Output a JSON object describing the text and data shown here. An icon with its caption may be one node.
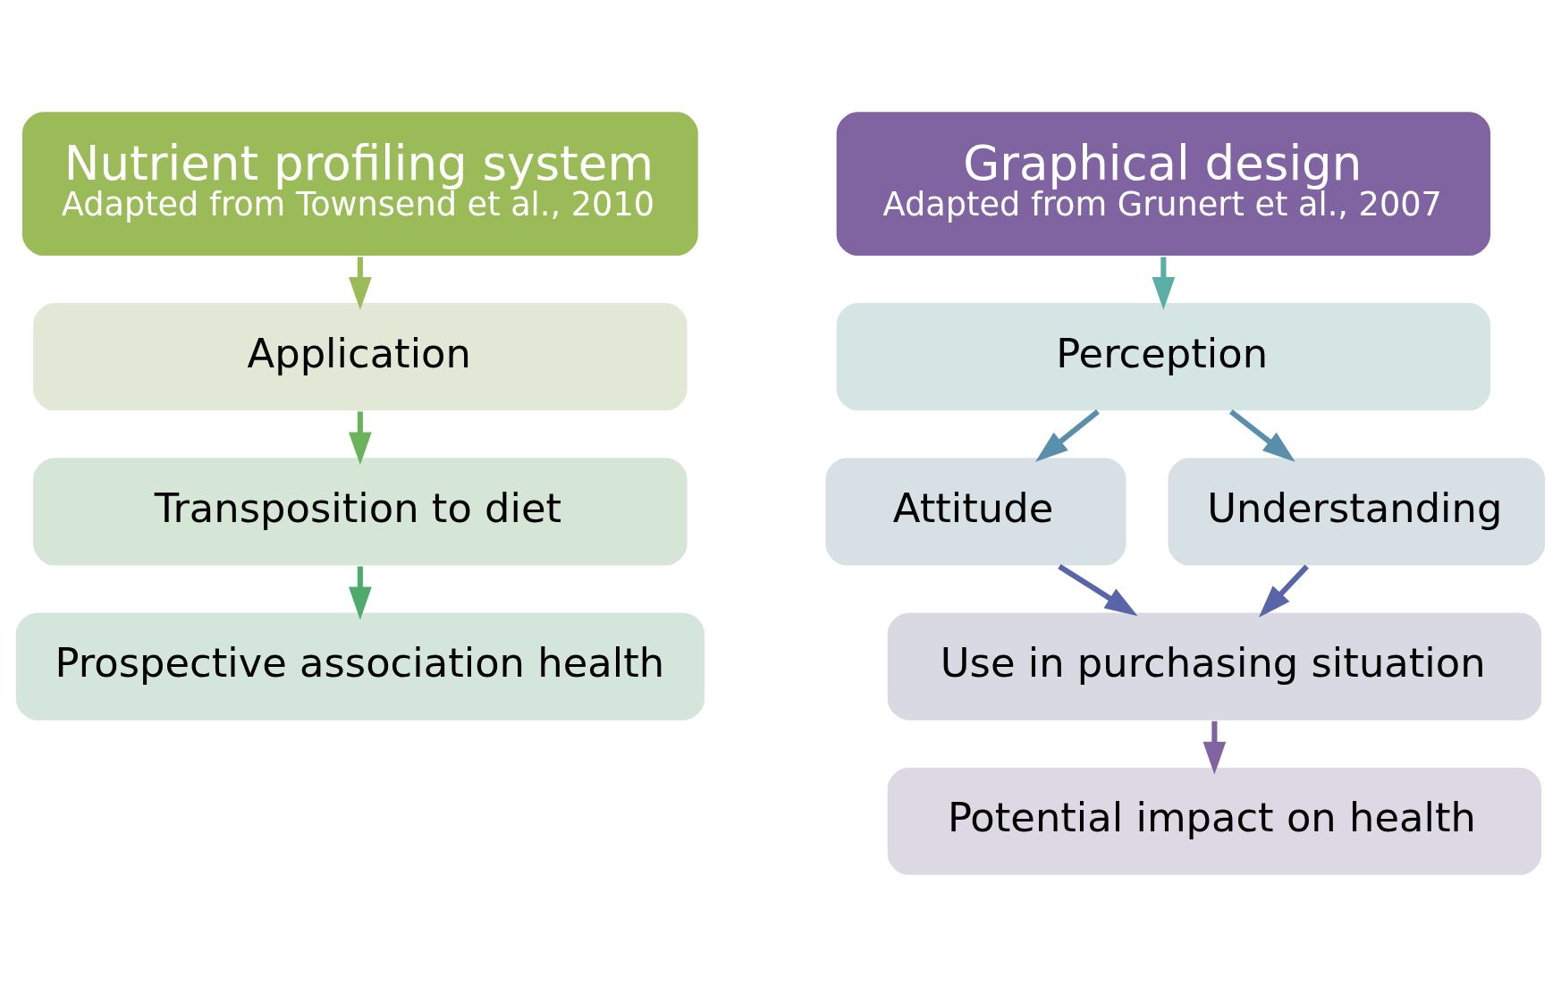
{
  "diagram": {
    "nodes": [
      {
        "text": [
          "Nutrient profiling system",
          "Adapted from Townsend et al., 2010"
        ]
      },
      {
        "text": [
          "Application"
        ]
      },
      {
        "text": [
          "Transposition to diet"
        ]
      },
      {
        "text": [
          "Prospective association health"
        ]
      },
      {
        "text": [
          "Graphical design",
          "Adapted from Grunert et al., 2007"
        ]
      },
      {
        "text": [
          "Perception"
        ]
      },
      {
        "text": [
          "Attitude"
        ]
      },
      {
        "text": [
          "Understanding"
        ]
      },
      {
        "text": [
          "Use in purchasing situation"
        ]
      },
      {
        "text": [
          "Potential impact on health"
        ]
      }
    ],
    "edges": [
      {
        "from": 0,
        "to": 1,
        "arrow": "to",
        "color": "#9bbb59"
      },
      {
        "from": 1,
        "to": 2,
        "arrow": "to",
        "color": "#6bb35a"
      },
      {
        "from": 2,
        "to": 3,
        "arrow": "to",
        "color": "#4faa6e"
      },
      {
        "from": 4,
        "to": 5,
        "arrow": "to",
        "color": "#5aaea6"
      },
      {
        "from": 5,
        "to": 6,
        "arrow": "to",
        "color": "#5a8fac"
      },
      {
        "from": 5,
        "to": 7,
        "arrow": "to",
        "color": "#5a8fac"
      },
      {
        "from": 6,
        "to": 8,
        "arrow": "to",
        "color": "#5a64a8"
      },
      {
        "from": 7,
        "to": 8,
        "arrow": "to",
        "color": "#5a64a8"
      },
      {
        "from": 8,
        "to": 9,
        "arrow": "to",
        "color": "#8064a2"
      }
    ]
  }
}
